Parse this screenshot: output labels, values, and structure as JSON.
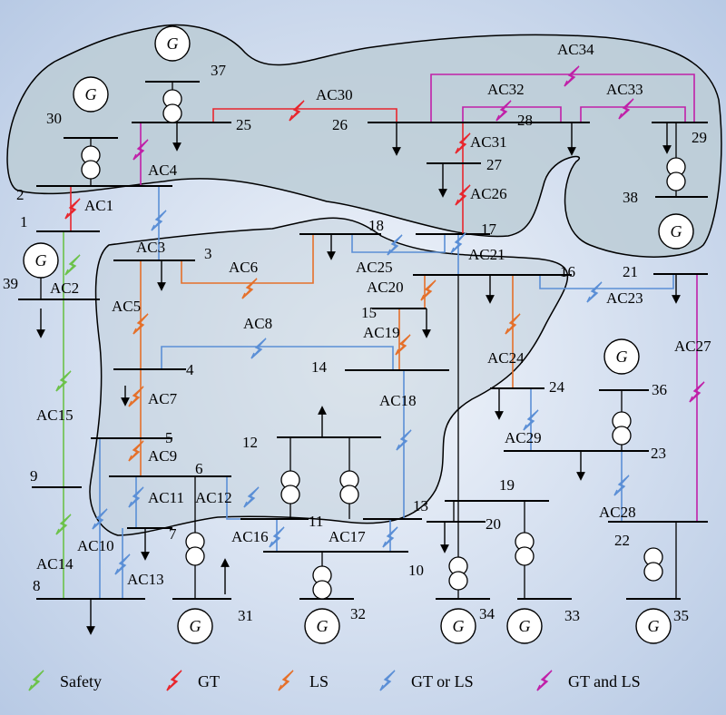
{
  "colors": {
    "background_center": "#f4f7fc",
    "background_edge": "#b4c7e3",
    "region_fill": "#bccdd6",
    "region_stroke": "#000000",
    "safety": "#6cc24a",
    "gt": "#e8262d",
    "ls": "#e5702a",
    "gt_or_ls": "#5b8fd6",
    "gt_and_ls": "#c020a8",
    "bus": "#000000"
  },
  "buses": [
    {
      "id": "bus-1",
      "label": "1"
    },
    {
      "id": "bus-2",
      "label": "2"
    },
    {
      "id": "bus-3",
      "label": "3"
    },
    {
      "id": "bus-4",
      "label": "4"
    },
    {
      "id": "bus-5",
      "label": "5"
    },
    {
      "id": "bus-6",
      "label": "6"
    },
    {
      "id": "bus-7",
      "label": "7"
    },
    {
      "id": "bus-8",
      "label": "8"
    },
    {
      "id": "bus-9",
      "label": "9"
    },
    {
      "id": "bus-10",
      "label": "10"
    },
    {
      "id": "bus-11",
      "label": "11"
    },
    {
      "id": "bus-12",
      "label": "12"
    },
    {
      "id": "bus-13",
      "label": "13"
    },
    {
      "id": "bus-14",
      "label": "14"
    },
    {
      "id": "bus-15",
      "label": "15"
    },
    {
      "id": "bus-16",
      "label": "16"
    },
    {
      "id": "bus-17",
      "label": "17"
    },
    {
      "id": "bus-18",
      "label": "18"
    },
    {
      "id": "bus-19",
      "label": "19"
    },
    {
      "id": "bus-20",
      "label": "20"
    },
    {
      "id": "bus-21",
      "label": "21"
    },
    {
      "id": "bus-22",
      "label": "22"
    },
    {
      "id": "bus-23",
      "label": "23"
    },
    {
      "id": "bus-24",
      "label": "24"
    },
    {
      "id": "bus-25",
      "label": "25"
    },
    {
      "id": "bus-26",
      "label": "26"
    },
    {
      "id": "bus-27",
      "label": "27"
    },
    {
      "id": "bus-28",
      "label": "28"
    },
    {
      "id": "bus-29",
      "label": "29"
    },
    {
      "id": "bus-30",
      "label": "30"
    },
    {
      "id": "bus-31",
      "label": "31"
    },
    {
      "id": "bus-32",
      "label": "32"
    },
    {
      "id": "bus-33",
      "label": "33"
    },
    {
      "id": "bus-34",
      "label": "34"
    },
    {
      "id": "bus-35",
      "label": "35"
    },
    {
      "id": "bus-36",
      "label": "36"
    },
    {
      "id": "bus-37",
      "label": "37"
    },
    {
      "id": "bus-38",
      "label": "38"
    },
    {
      "id": "bus-39",
      "label": "39"
    }
  ],
  "lines": [
    {
      "id": "AC1",
      "label": "AC1",
      "category": "gt"
    },
    {
      "id": "AC2",
      "label": "AC2",
      "category": "safety"
    },
    {
      "id": "AC3",
      "label": "AC3",
      "category": "gt_or_ls"
    },
    {
      "id": "AC4",
      "label": "AC4",
      "category": "gt_and_ls"
    },
    {
      "id": "AC5",
      "label": "AC5",
      "category": "ls"
    },
    {
      "id": "AC6",
      "label": "AC6",
      "category": "ls"
    },
    {
      "id": "AC7",
      "label": "AC7",
      "category": "ls"
    },
    {
      "id": "AC8",
      "label": "AC8",
      "category": "gt_or_ls"
    },
    {
      "id": "AC9",
      "label": "AC9",
      "category": "ls"
    },
    {
      "id": "AC10",
      "label": "AC10",
      "category": "gt_or_ls"
    },
    {
      "id": "AC11",
      "label": "AC11",
      "category": "gt_or_ls"
    },
    {
      "id": "AC12",
      "label": "AC12",
      "category": "gt_or_ls"
    },
    {
      "id": "AC13",
      "label": "AC13",
      "category": "gt_or_ls"
    },
    {
      "id": "AC14",
      "label": "AC14",
      "category": "safety"
    },
    {
      "id": "AC15",
      "label": "AC15",
      "category": "safety"
    },
    {
      "id": "AC16",
      "label": "AC16",
      "category": "gt_or_ls"
    },
    {
      "id": "AC17",
      "label": "AC17",
      "category": "gt_or_ls"
    },
    {
      "id": "AC18",
      "label": "AC18",
      "category": "gt_or_ls"
    },
    {
      "id": "AC19",
      "label": "AC19",
      "category": "ls"
    },
    {
      "id": "AC20",
      "label": "AC20",
      "category": "ls"
    },
    {
      "id": "AC21",
      "label": "AC21",
      "category": "gt_or_ls"
    },
    {
      "id": "AC23",
      "label": "AC23",
      "category": "gt_or_ls"
    },
    {
      "id": "AC24",
      "label": "AC24",
      "category": "ls"
    },
    {
      "id": "AC25",
      "label": "AC25",
      "category": "gt_or_ls"
    },
    {
      "id": "AC26",
      "label": "AC26",
      "category": "gt"
    },
    {
      "id": "AC27",
      "label": "AC27",
      "category": "gt_and_ls"
    },
    {
      "id": "AC28",
      "label": "AC28",
      "category": "gt_or_ls"
    },
    {
      "id": "AC29",
      "label": "AC29",
      "category": "gt_or_ls"
    },
    {
      "id": "AC30",
      "label": "AC30",
      "category": "gt"
    },
    {
      "id": "AC31",
      "label": "AC31",
      "category": "gt"
    },
    {
      "id": "AC32",
      "label": "AC32",
      "category": "gt_and_ls"
    },
    {
      "id": "AC33",
      "label": "AC33",
      "category": "gt_and_ls"
    },
    {
      "id": "AC34",
      "label": "AC34",
      "category": "gt_and_ls"
    }
  ],
  "generator_symbol": "G",
  "legend": [
    {
      "key": "safety",
      "label": "Safety"
    },
    {
      "key": "gt",
      "label": "GT"
    },
    {
      "key": "ls",
      "label": "LS"
    },
    {
      "key": "gt_or_ls",
      "label": "GT or LS"
    },
    {
      "key": "gt_and_ls",
      "label": "GT and LS"
    }
  ]
}
